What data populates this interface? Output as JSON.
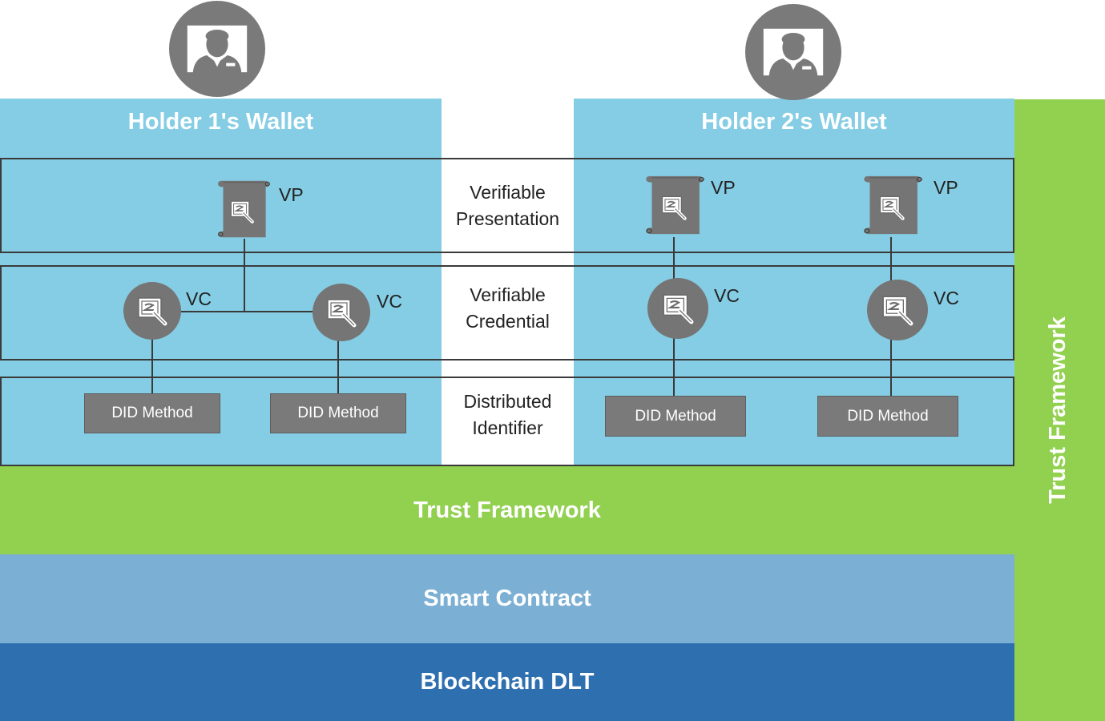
{
  "holders": [
    {
      "wallet_title": "Holder 1's Wallet",
      "avatar_icon": "person-id-icon"
    },
    {
      "wallet_title": "Holder 2's Wallet",
      "avatar_icon": "person-id-icon"
    }
  ],
  "layers": {
    "presentation": "Verifiable\nPresentation",
    "credential": "Verifiable\nCredential",
    "identifier": "Distributed\nIdentifier"
  },
  "labels": {
    "vp": "VP",
    "vc": "VC",
    "did_method": "DID Method"
  },
  "base_layers": {
    "trust_framework": "Trust Framework",
    "smart_contract": "Smart Contract",
    "blockchain": "Blockchain DLT"
  },
  "side_bar": {
    "label": "Trust Framework"
  },
  "colors": {
    "wallet": "#85cde4",
    "trust_framework": "#92d050",
    "smart_contract": "#7bafd4",
    "blockchain": "#2e6fb0",
    "node_gray": "#757575"
  },
  "icons": {
    "vp": "certificate-scroll-icon",
    "vc": "certificate-seal-icon"
  }
}
